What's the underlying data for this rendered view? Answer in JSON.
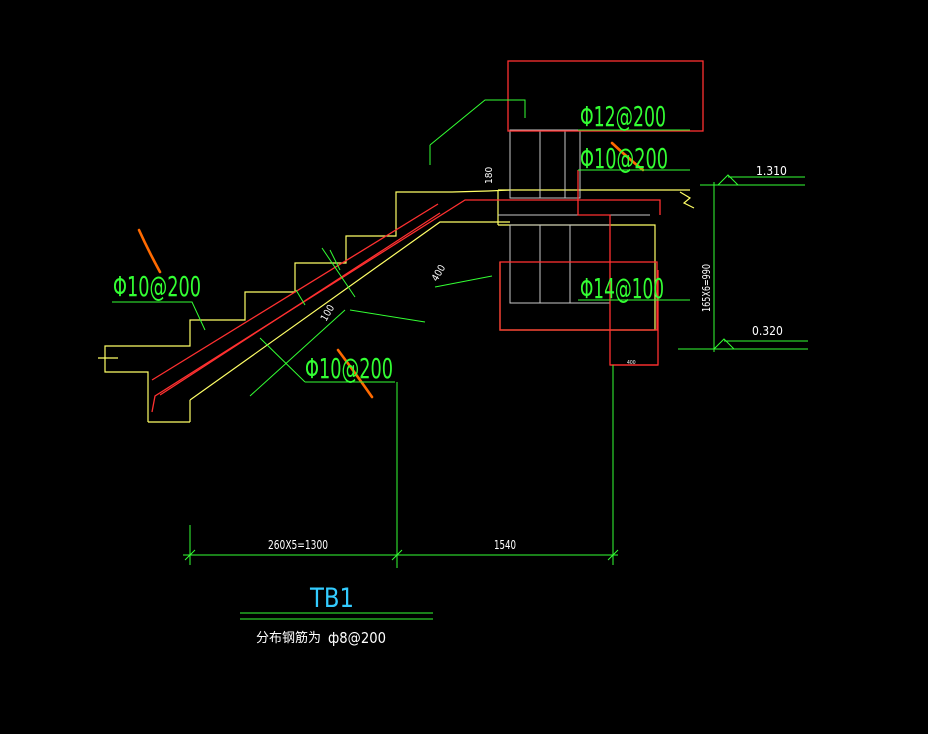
{
  "drawing": {
    "title": "TB1",
    "note_prefix": "分布钢筋为",
    "note_value": "ф8@200"
  },
  "rebar_labels": {
    "top_bar": "Φ12@200",
    "landing_top": "Φ10@200",
    "left_bar": "Φ10@200",
    "bottom_bar": "Φ10@200",
    "beam_bar": "Φ14@100"
  },
  "dimensions": {
    "run_length": "260X5=1300",
    "landing_length": "1540",
    "height_total": "165X6=990",
    "slab_thickness": "100",
    "top_thickness": "180",
    "beam_depth": "400",
    "small_dim": "400"
  },
  "elevations": {
    "top": "1.310",
    "bottom": "0.320"
  },
  "colors": {
    "background": "#000000",
    "concrete_outline": "#ffff66",
    "rebar": "#ff3030",
    "dimension": "#33ff33",
    "leader": "#33ff33",
    "highlight": "#ff6a00",
    "frame": "#ff3030",
    "grey": "#c8c8c8",
    "title": "#33ccff",
    "text": "#ffffff"
  }
}
